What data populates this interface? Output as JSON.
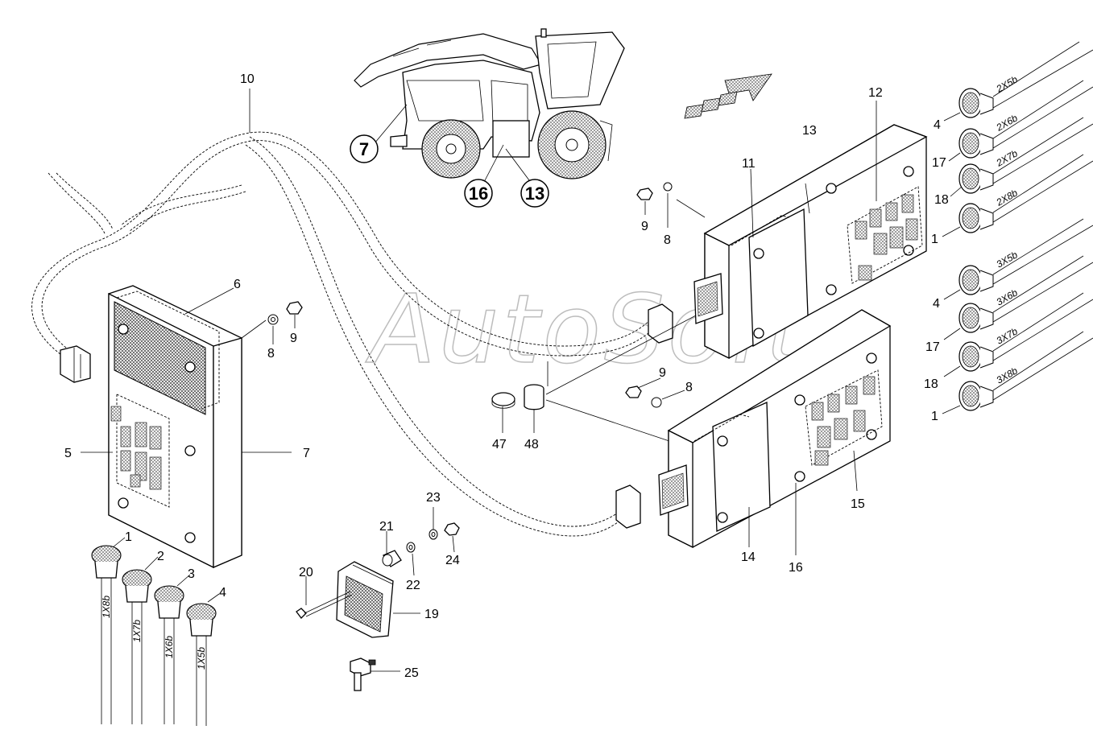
{
  "watermark": "AutoSoft",
  "callouts": [
    "7",
    "16",
    "13"
  ],
  "part_labels": {
    "p1a": "1",
    "p1b": "1",
    "p1c": "1",
    "p2": "2",
    "p3": "3",
    "p4a": "4",
    "p4b": "4",
    "p4c": "4",
    "p5": "5",
    "p6": "6",
    "p7": "7",
    "p8a": "8",
    "p8b": "8",
    "p8c": "8",
    "p9a": "9",
    "p9b": "9",
    "p9c": "9",
    "p10": "10",
    "p11": "11",
    "p12": "12",
    "p13": "13",
    "p14": "14",
    "p15": "15",
    "p16": "16",
    "p17a": "17",
    "p17b": "17",
    "p18a": "18",
    "p18b": "18",
    "p19": "19",
    "p20": "20",
    "p21": "21",
    "p22": "22",
    "p23": "23",
    "p24": "24",
    "p25": "25",
    "p47": "47",
    "p48": "48"
  },
  "connector_tags": {
    "c2x5b": "2X5b",
    "c2x6b": "2X6b",
    "c2x7b": "2X7b",
    "c2x8b": "2X8b",
    "c3x5b": "3X5b",
    "c3x6b": "3X6b",
    "c3x7b": "3X7b",
    "c3x8b": "3X8b",
    "c1x8b": "1X8b",
    "c1x7b": "1X7b",
    "c1x6b": "1X6b",
    "c1x5b": "1X5b"
  }
}
